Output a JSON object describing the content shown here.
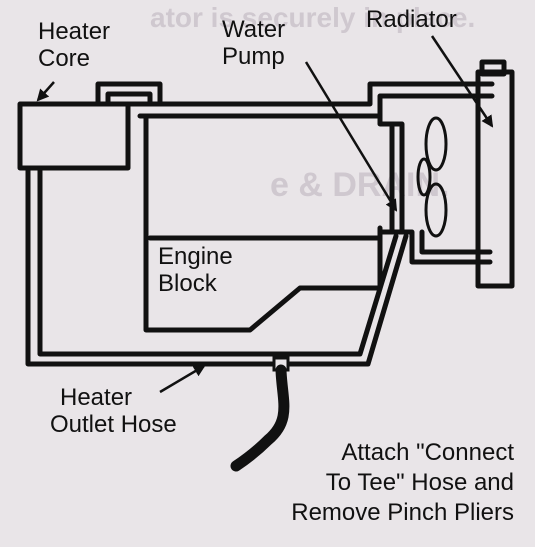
{
  "labels": {
    "heater_core": [
      "Heater",
      "Core"
    ],
    "water_pump": [
      "Water",
      "Pump"
    ],
    "radiator": "Radiator",
    "engine_block": [
      "Engine",
      "Block"
    ],
    "heater_outlet_hose": [
      "Heater",
      "Outlet Hose"
    ],
    "attach_instruction": [
      "Attach \"Connect",
      "To Tee\" Hose and",
      "Remove Pinch Pliers"
    ]
  },
  "bleed_through": {
    "line_1": "ator is securely in place.",
    "line_2": "e & DRAIN."
  },
  "colors": {
    "paper": "#e9e5e8",
    "ink": "#111111",
    "ghost": "#cfc8cf"
  }
}
